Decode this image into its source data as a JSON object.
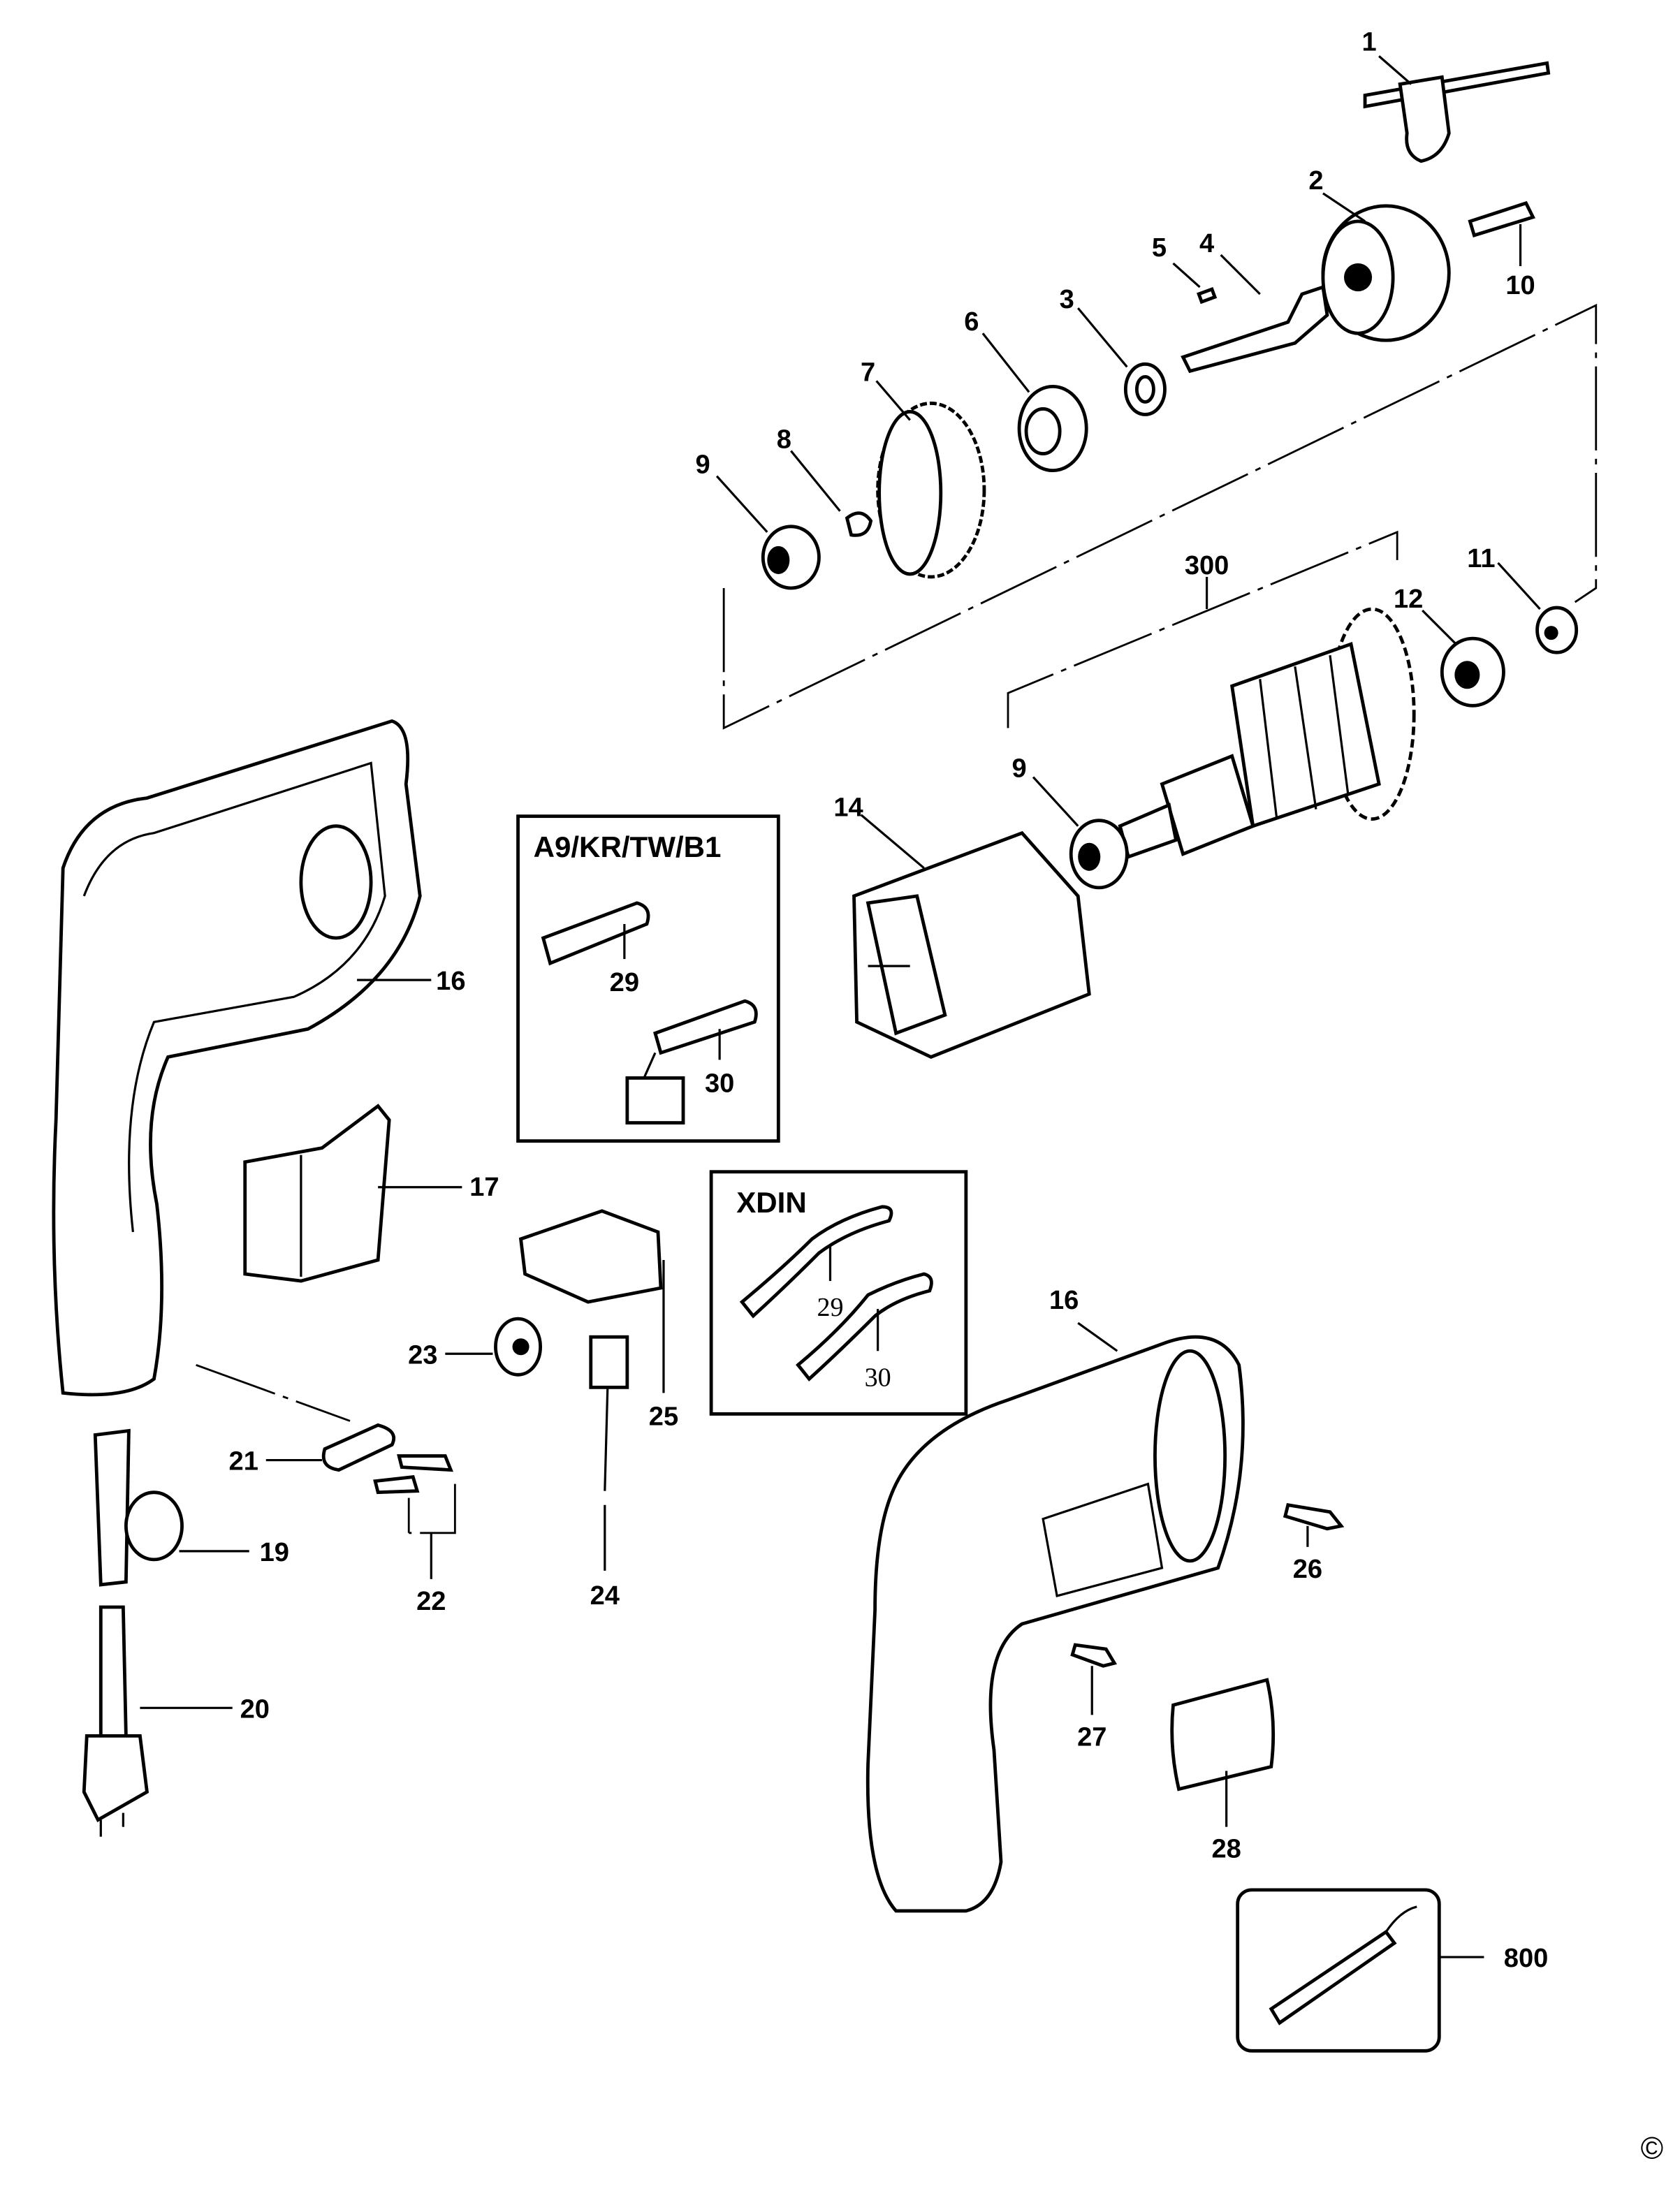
{
  "diagram": {
    "type": "exploded parts diagram",
    "callouts": {
      "p1": "1",
      "p2": "2",
      "p3": "3",
      "p4": "4",
      "p5": "5",
      "p6": "6",
      "p7": "7",
      "p8": "8",
      "p9a": "9",
      "p9b": "9",
      "p10": "10",
      "p11": "11",
      "p12": "12",
      "p14": "14",
      "p16a": "16",
      "p16b": "16",
      "p17": "17",
      "p19": "19",
      "p20": "20",
      "p21": "21",
      "p22": "22",
      "p23": "23",
      "p24": "24",
      "p25": "25",
      "p26": "26",
      "p27": "27",
      "p28": "28",
      "p300": "300",
      "p800": "800"
    },
    "box_a9": {
      "title": "A9/KR/TW/B1",
      "item1": "29",
      "item2": "30"
    },
    "box_xdin": {
      "title": "XDIN",
      "item1": "29",
      "item2": "30"
    },
    "copyright": "©"
  }
}
